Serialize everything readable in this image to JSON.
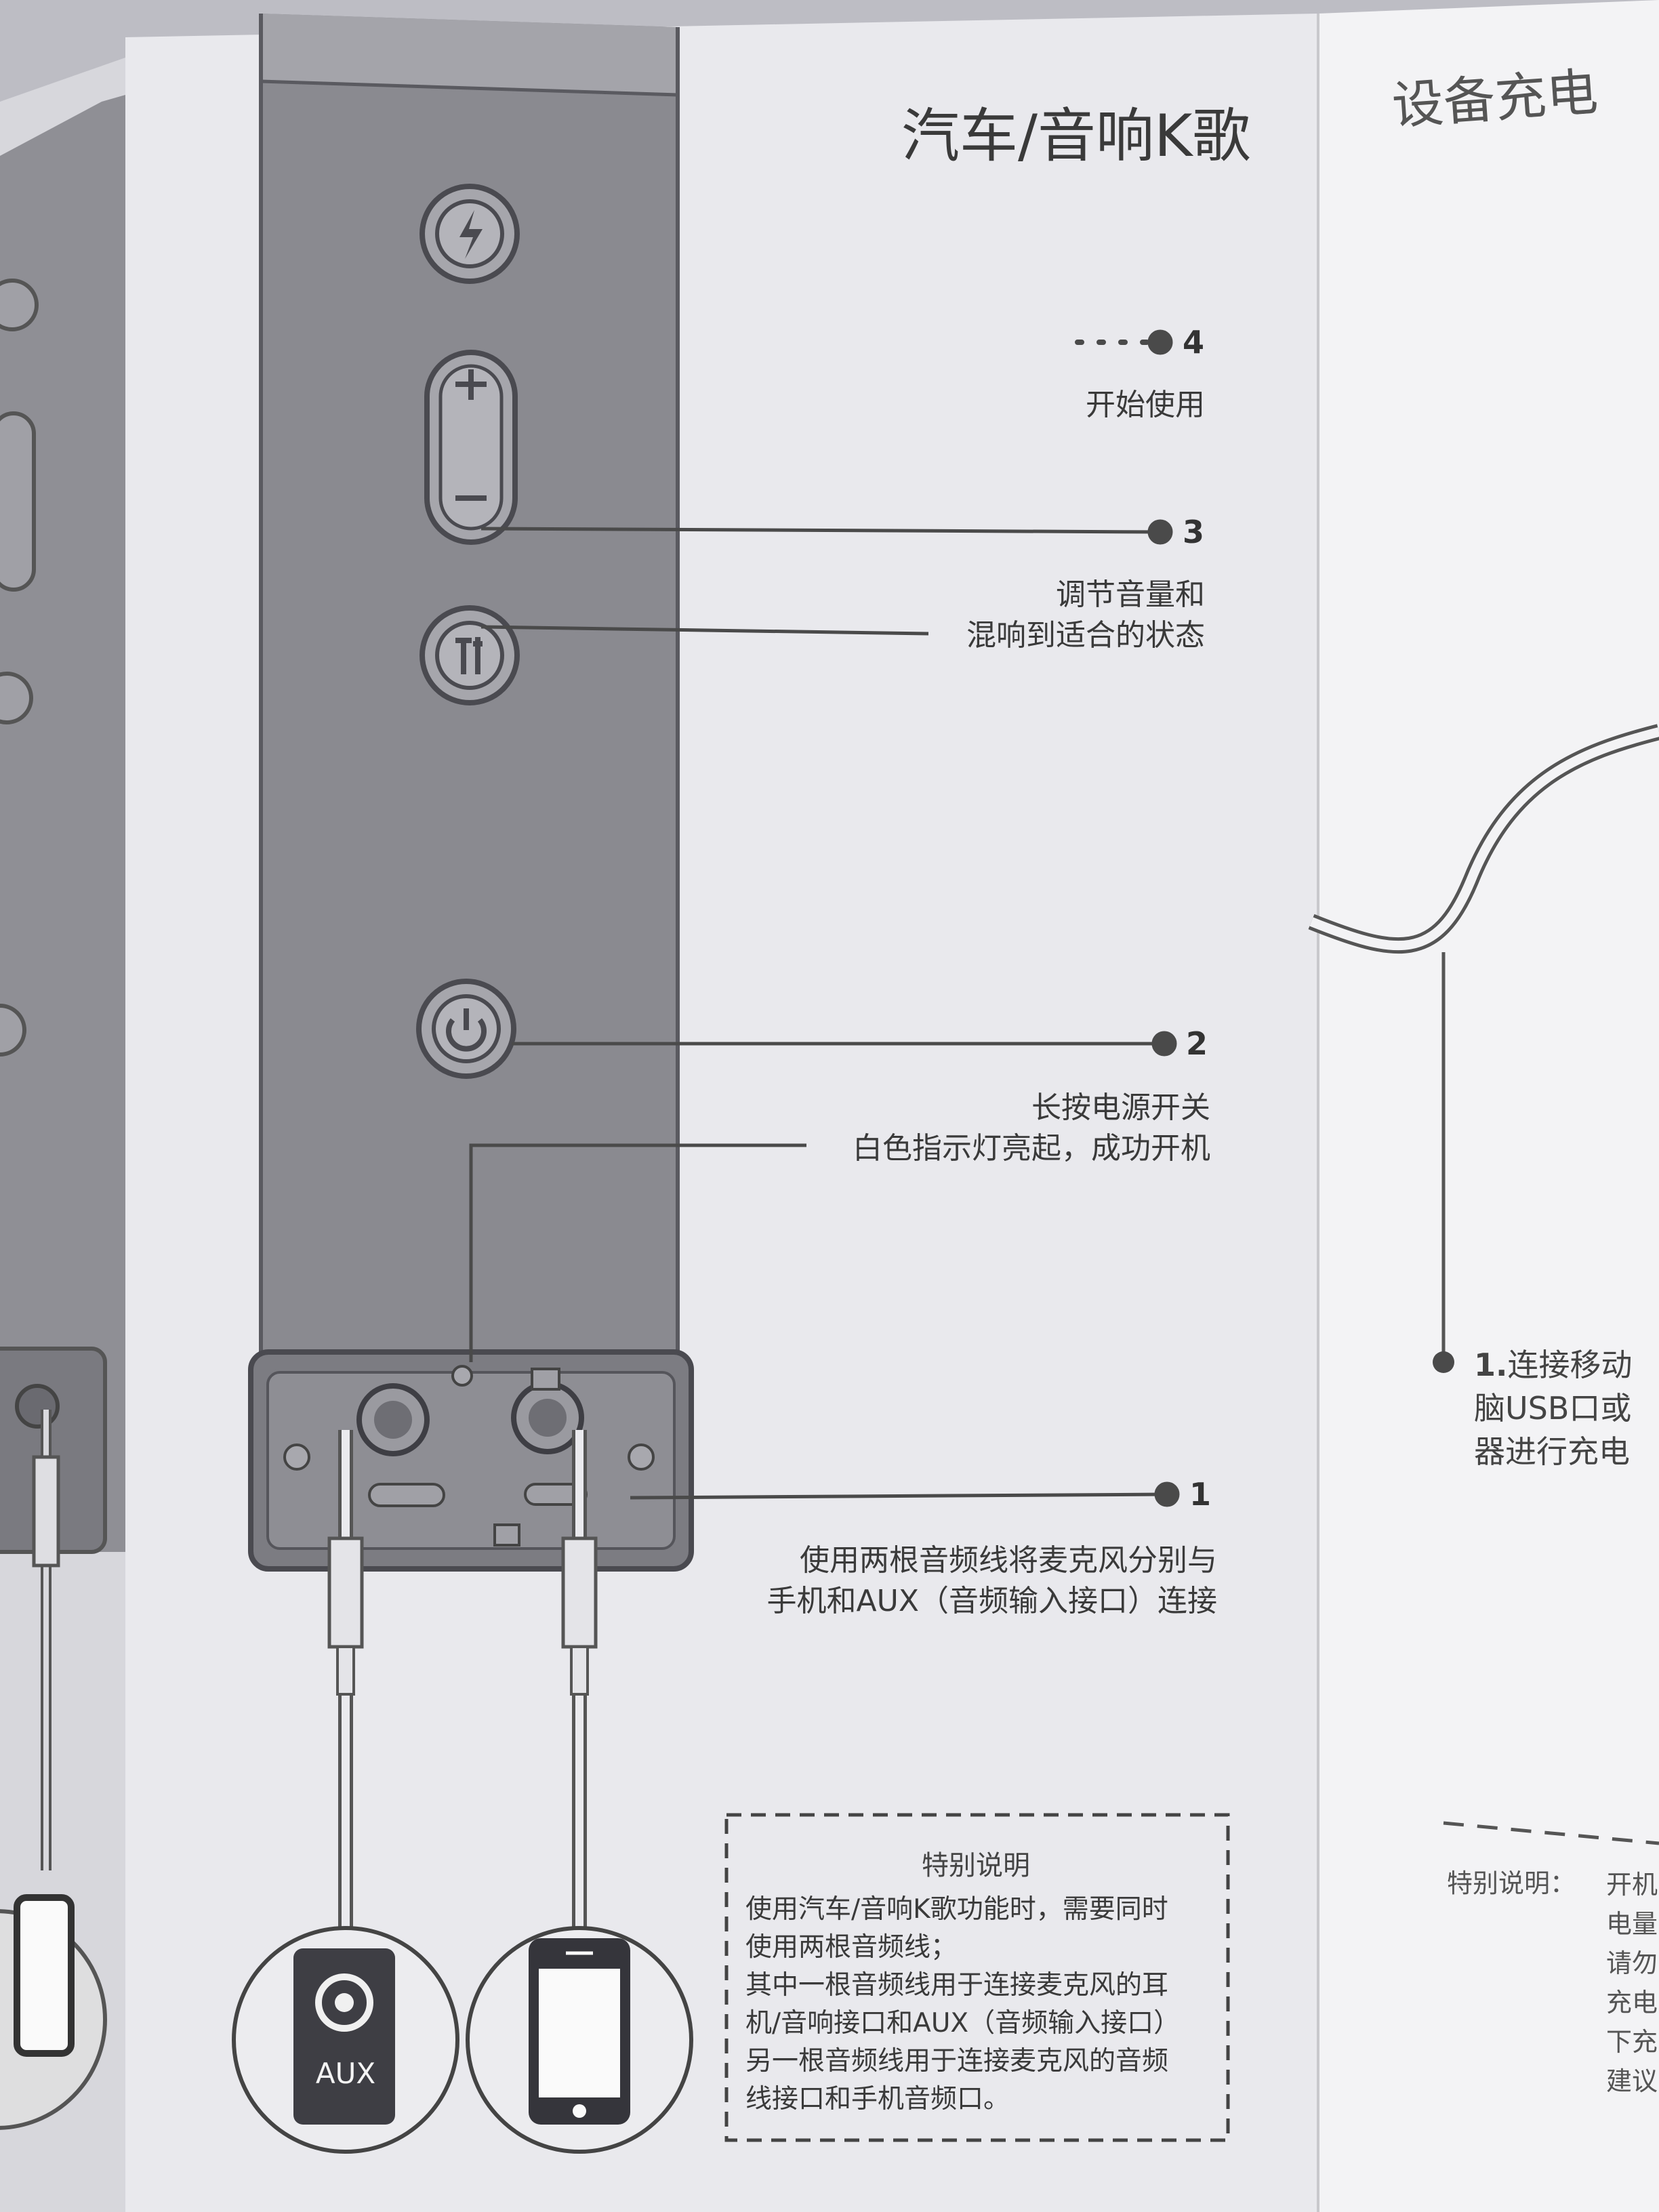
{
  "header": {
    "title": "汽车/音响K歌",
    "right_title": "设备充电"
  },
  "steps": [
    {
      "number": "4",
      "lines": [
        "开始使用"
      ]
    },
    {
      "number": "3",
      "lines": [
        "调节音量和",
        "混响到适合的状态"
      ]
    },
    {
      "number": "2",
      "lines": [
        "长按电源开关",
        "白色指示灯亮起，成功开机"
      ]
    },
    {
      "number": "1",
      "lines": [
        "使用两根音频线将麦克风分别与",
        "手机和AUX（音频输入接口）连接"
      ]
    }
  ],
  "special_note": {
    "title": "特别说明",
    "lines": [
      "使用汽车/音响K歌功能时，需要同时",
      "使用两根音频线；",
      "其中一根音频线用于连接麦克风的耳",
      "机/音响接口和AUX（音频输入接口）",
      "另一根音频线用于连接麦克风的音频",
      "线接口和手机音频口。"
    ]
  },
  "aux_label": "AUX",
  "right_panel": {
    "step_number": "1.",
    "step_lines": [
      "连接移动",
      "脑USB口或",
      "器进行充电"
    ],
    "note_label": "特别说明：",
    "note_chars": [
      "开机",
      "电量",
      "请勿",
      "充电",
      "下充",
      "建议"
    ]
  },
  "colors": {
    "paper": "#f2f2f4",
    "device": "#8e8e94",
    "line": "#4a4a4a"
  }
}
